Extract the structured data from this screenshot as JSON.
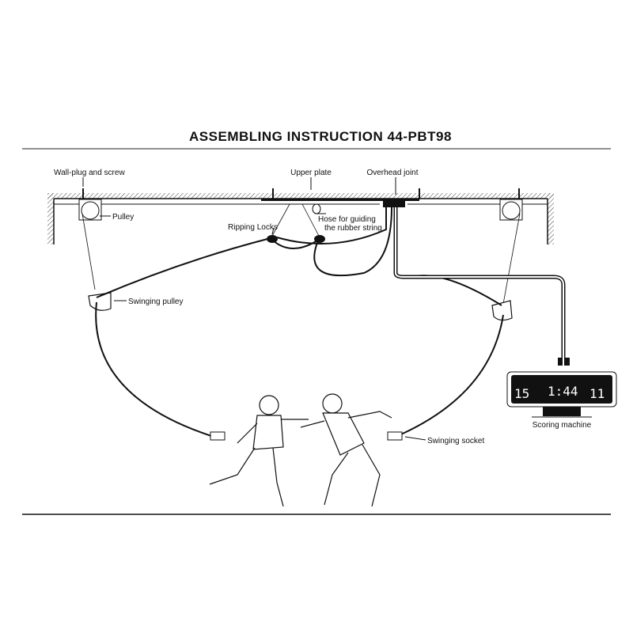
{
  "title": "ASSEMBLING  INSTRUCTION   44-PBT98",
  "labels": {
    "wall_plug": "Wall-plug and screw",
    "pulley": "Pulley",
    "upper_plate": "Upper plate",
    "overhead_joint": "Overhead joint",
    "ripping_locks": "Ripping Locks",
    "hose_line1": "Hose for guiding",
    "hose_line2": "the rubber string",
    "swinging_pulley": "Swinging pulley",
    "swinging_socket": "Swinging socket",
    "scoring_machine": "Scoring machine"
  },
  "scoreboard": {
    "left_score": "15",
    "time": "1:44",
    "right_score": "11"
  }
}
